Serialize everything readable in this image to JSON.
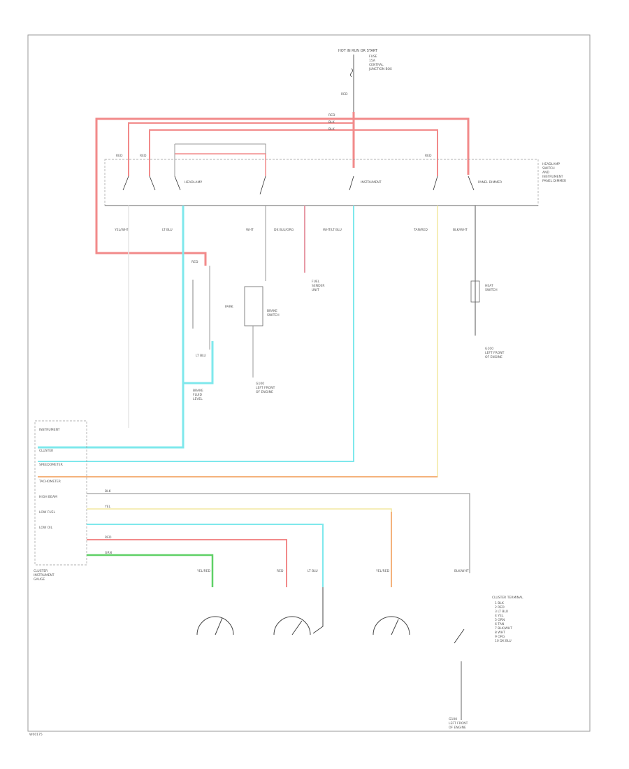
{
  "colors": {
    "red": "#f28a8a",
    "cyan": "#7fe8ec",
    "pink": "#e79aa6",
    "orange": "#f4b27c",
    "yellow": "#f2e9a0",
    "green": "#5fd066",
    "gray": "#b4b4b4",
    "dark": "#333333",
    "border": "#9a9a9a"
  },
  "text": {
    "footer_code": "W00175",
    "top_source": "HOT IN RUN OR START",
    "top_fuse": [
      "FUSE",
      "15A",
      "CENTRAL",
      "JUNCTION BOX"
    ],
    "right_switch": [
      "HEADLAMP",
      "SWITCH",
      "AND",
      "INSTRUMENT",
      "PANEL DIMMER"
    ],
    "wire_labels_top": [
      "RED",
      "RED",
      "BLK",
      "BLK",
      "RED",
      "RED",
      "RED"
    ],
    "circuit_labels": [
      "YEL/WHT",
      "LT BLU",
      "WHT",
      "DK BLU/ORG",
      "WHT/LT BLU",
      "TAN/RED",
      "BLK/WHT"
    ],
    "left_module": [
      "INSTRUMENT",
      "CLUSTER",
      "SPEEDOMETER",
      "TACHOMETER",
      "HIGH BEAM",
      "LOW FUEL",
      "LOW OIL"
    ],
    "cluster_label": [
      "CLUSTER",
      "INSTRUMENT",
      "GAUGE"
    ],
    "small_labels": [
      "PARK",
      "RED",
      "BRAKE",
      "LT BLU",
      "YEL",
      "RED",
      "GRN",
      "BLK"
    ],
    "mid_labels": [
      "BRAKE",
      "FLUID",
      "LEVEL",
      "SWITCH"
    ],
    "right_labels": [
      "FUEL",
      "SENDER",
      "UNIT",
      "HEAT",
      "SWITCH"
    ],
    "bottom_labels": [
      "YEL/RED",
      "RED",
      "LT BLU",
      "YEL/RED",
      "BLK/WHT"
    ],
    "legend": [
      "CLUSTER TERMINAL",
      "1 BLK",
      "2 RED",
      "3 LT BLU",
      "4 YEL",
      "5 GRN",
      "6 TAN",
      "7 BLK/WHT",
      "8 WHT",
      "9 ORG",
      "10 DK BLU"
    ],
    "ground_label": [
      "G100",
      "LEFT FRONT",
      "OF ENGINE"
    ]
  }
}
